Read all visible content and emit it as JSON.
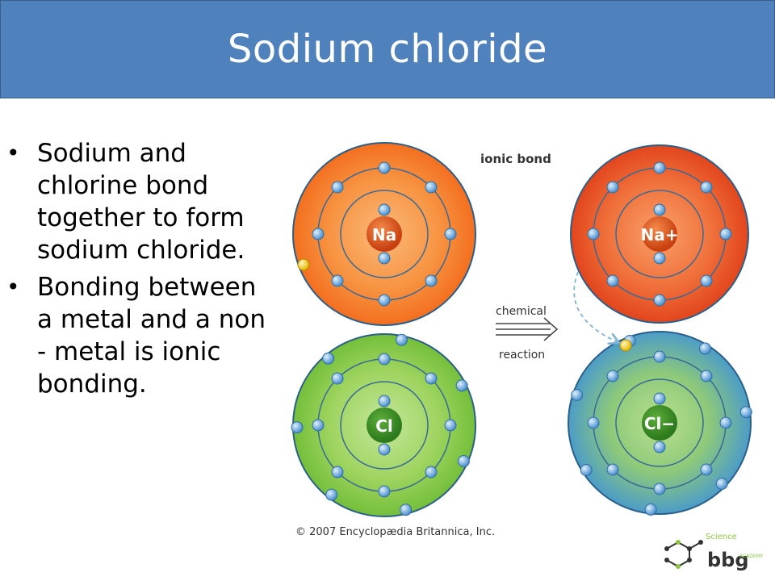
{
  "slide": {
    "title": "Sodium chloride",
    "bullets": [
      "Sodium and chlorine bond together to form sodium chloride.",
      "Bonding between a metal and a non - metal is ionic bonding."
    ]
  },
  "diagram": {
    "ionic_bond_label": "ionic bond",
    "reaction_label_line1": "chemical",
    "reaction_label_line2": "reaction",
    "copyright": "© 2007 Encyclopædia Britannica, Inc.",
    "atoms": {
      "sodium": {
        "symbol": "Na",
        "shells": [
          2,
          8,
          1
        ]
      },
      "chlorine": {
        "symbol": "Cl",
        "shells": [
          2,
          8,
          7
        ]
      },
      "sodium_ion": {
        "symbol": "Na+",
        "shells": [
          2,
          8
        ]
      },
      "chloride_ion": {
        "symbol": "Cl−",
        "shells": [
          2,
          8,
          8
        ]
      }
    }
  },
  "logo": {
    "text": "bbg",
    "subtext": "ACADEMY",
    "top_text": "Science"
  },
  "colors": {
    "title_bg": "#4f81bd",
    "sodium": "#f47b20",
    "sodium_ion": "#e8501e",
    "chlorine": "#7cc63f",
    "chloride_ion_outer": "#5ba6c9",
    "electron": "#5b9fd6",
    "transferred_electron": "#f5d020"
  }
}
